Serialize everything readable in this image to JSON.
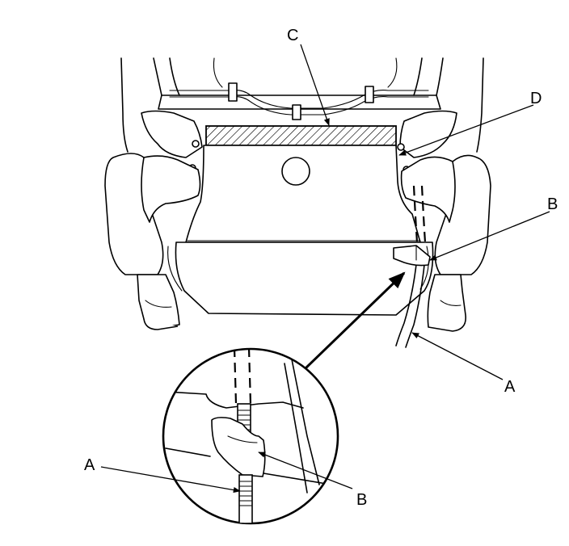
{
  "callouts": {
    "a_main": "A",
    "a_detail": "A",
    "b_main": "B",
    "b_detail": "B",
    "c": "C",
    "d": "D"
  }
}
